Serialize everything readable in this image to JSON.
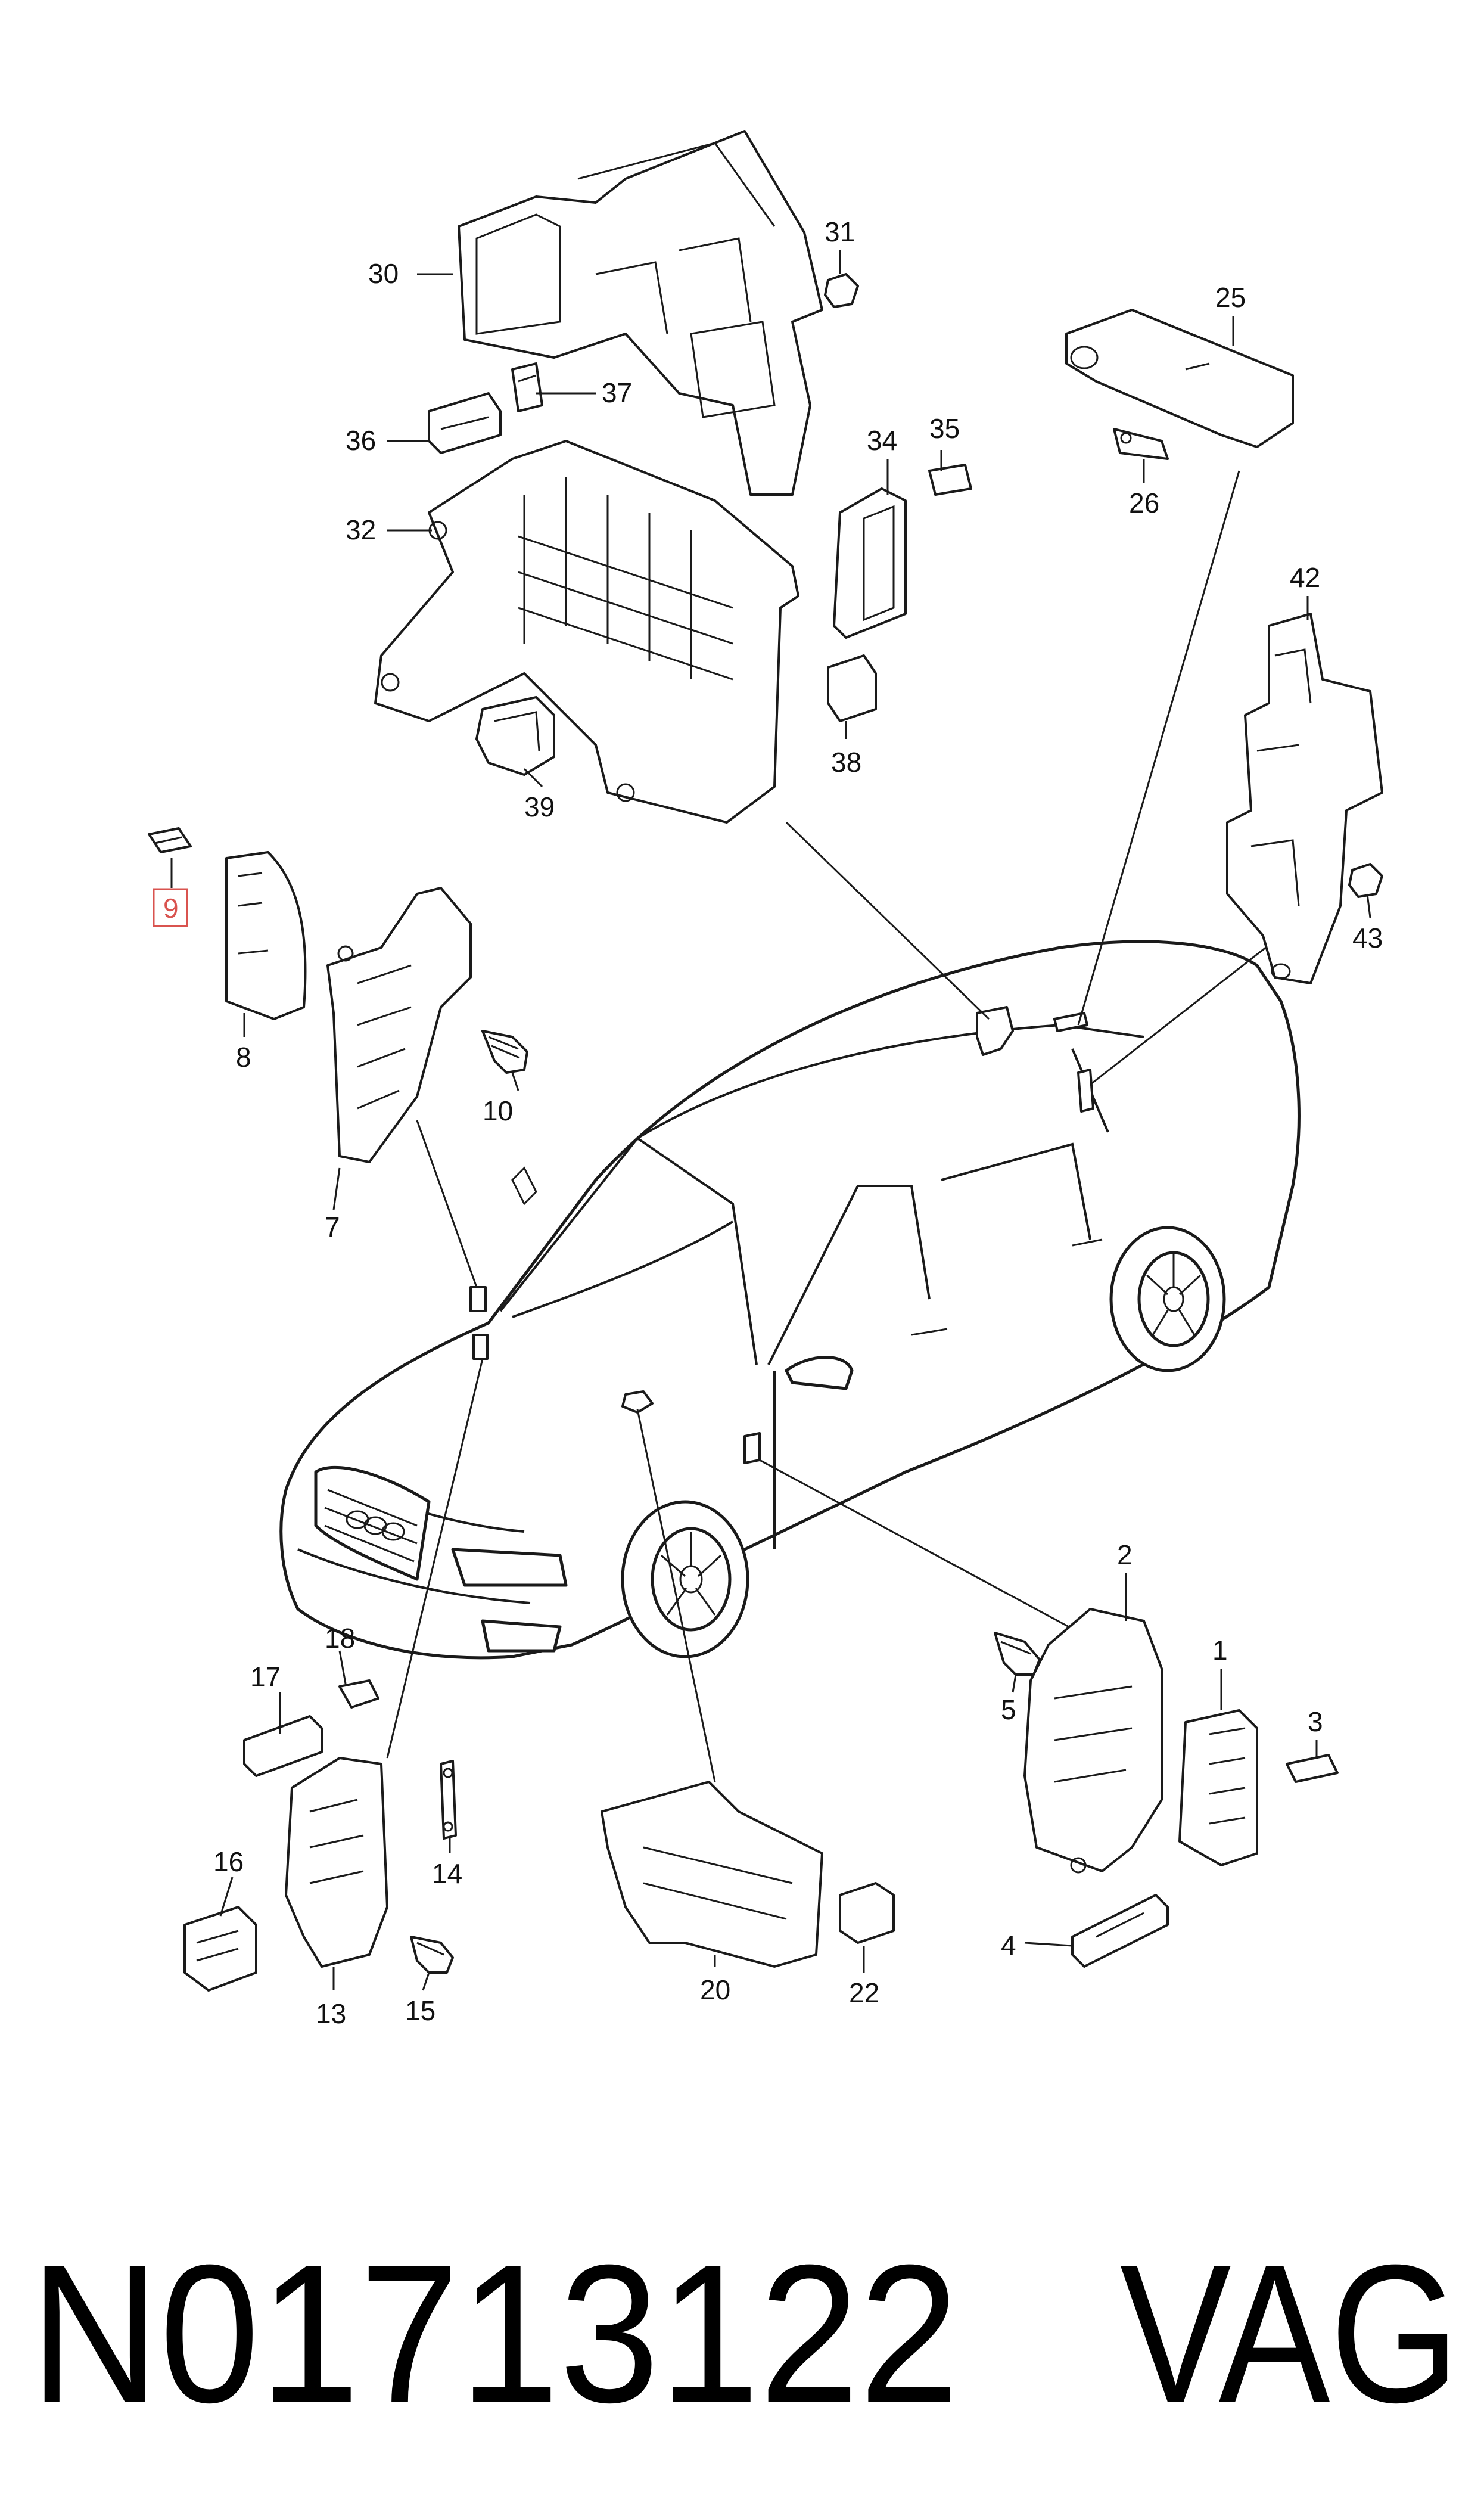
{
  "colors": {
    "line": "#1a1a1a",
    "background": "#ffffff",
    "highlight_box": "#d9534f",
    "footer_text": "#000000"
  },
  "callouts": {
    "c1": "1",
    "c2": "2",
    "c3": "3",
    "c4": "4",
    "c5": "5",
    "c7": "7",
    "c8": "8",
    "c9": "9",
    "c10": "10",
    "c13": "13",
    "c14": "14",
    "c15": "15",
    "c16": "16",
    "c17": "17",
    "c18": "18",
    "c20": "20",
    "c22": "22",
    "c25": "25",
    "c26": "26",
    "c30": "30",
    "c31": "31",
    "c32": "32",
    "c34": "34",
    "c35": "35",
    "c36": "36",
    "c37": "37",
    "c38": "38",
    "c39": "39",
    "c42": "42",
    "c43": "43"
  },
  "highlighted_callout": "9",
  "footer": {
    "part_number": "N01713122",
    "brand": "VAG"
  }
}
